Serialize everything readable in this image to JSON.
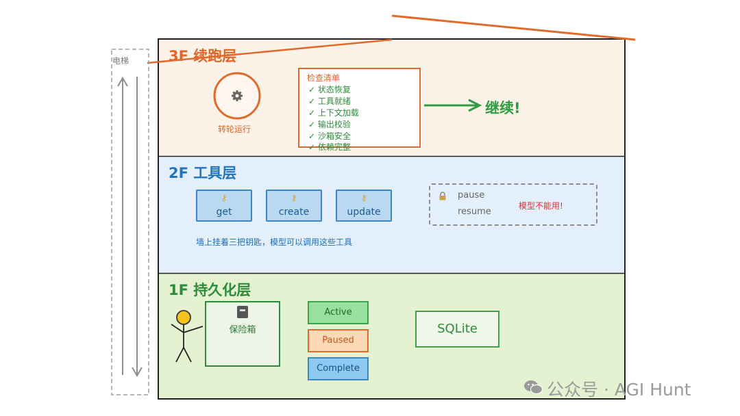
{
  "elevator": {
    "label": "电梯"
  },
  "floor3": {
    "title": "3F 续跑层",
    "wheel_label": "转轮运行",
    "checklist": {
      "title": "检查清单",
      "items": [
        "✓ 状态恢复",
        "✓ 工具就绪",
        "✓ 上下文加载",
        "✓ 输出校验",
        "✓ 沙箱安全",
        "✓ 依赖完整"
      ]
    },
    "continue_label": "继续!"
  },
  "floor2": {
    "title": "2F 工具层",
    "tools": [
      "get",
      "create",
      "update"
    ],
    "locked_tools": [
      "pause",
      "resume"
    ],
    "warning": "模型不能用!",
    "note": "墙上挂着三把钥匙，模型可以调用这些工具"
  },
  "floor1": {
    "title": "1F 持久化层",
    "safe_label": "保险箱",
    "states": [
      "Active",
      "Paused",
      "Complete"
    ],
    "storage": "SQLite"
  },
  "watermark": {
    "text": "公众号 · AGI Hunt"
  },
  "colors": {
    "floor3_bg": "#fdf2e7",
    "floor2_bg": "#e3effb",
    "floor1_bg": "#e4f2d2",
    "orange_accent": "#e06a2a",
    "blue_accent": "#3b86c6",
    "green_accent": "#2e8b3a",
    "warning_red": "#e03030"
  }
}
